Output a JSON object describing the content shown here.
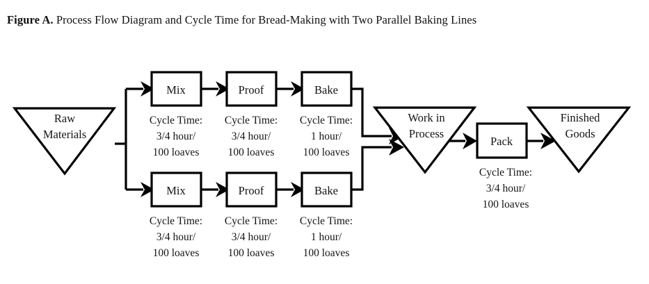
{
  "figure": {
    "label": "Figure A.",
    "caption": " Process Flow Diagram and Cycle Time for Bread-Making with Two Parallel Baking Lines"
  },
  "colors": {
    "stroke": "#000000",
    "fill": "#ffffff",
    "text": "#141414",
    "background": "#ffffff"
  },
  "inventory": {
    "raw_materials": {
      "line1": "Raw",
      "line2": "Materials"
    },
    "work_in_process": {
      "line1": "Work in",
      "line2": "Process"
    },
    "finished_goods": {
      "line1": "Finished",
      "line2": "Goods"
    }
  },
  "line_top": {
    "mix": {
      "label": "Mix",
      "cycle_time": {
        "line1": "Cycle Time:",
        "line2": "3/4 hour/",
        "line3": "100 loaves"
      }
    },
    "proof": {
      "label": "Proof",
      "cycle_time": {
        "line1": "Cycle Time:",
        "line2": "3/4 hour/",
        "line3": "100 loaves"
      }
    },
    "bake": {
      "label": "Bake",
      "cycle_time": {
        "line1": "Cycle Time:",
        "line2": "1 hour/",
        "line3": "100 loaves"
      }
    }
  },
  "line_bottom": {
    "mix": {
      "label": "Mix",
      "cycle_time": {
        "line1": "Cycle Time:",
        "line2": "3/4 hour/",
        "line3": "100 loaves"
      }
    },
    "proof": {
      "label": "Proof",
      "cycle_time": {
        "line1": "Cycle Time:",
        "line2": "3/4 hour/",
        "line3": "100 loaves"
      }
    },
    "bake": {
      "label": "Bake",
      "cycle_time": {
        "line1": "Cycle Time:",
        "line2": "1 hour/",
        "line3": "100 loaves"
      }
    }
  },
  "pack": {
    "label": "Pack",
    "cycle_time": {
      "line1": "Cycle Time:",
      "line2": "3/4 hour/",
      "line3": "100 loaves"
    }
  }
}
